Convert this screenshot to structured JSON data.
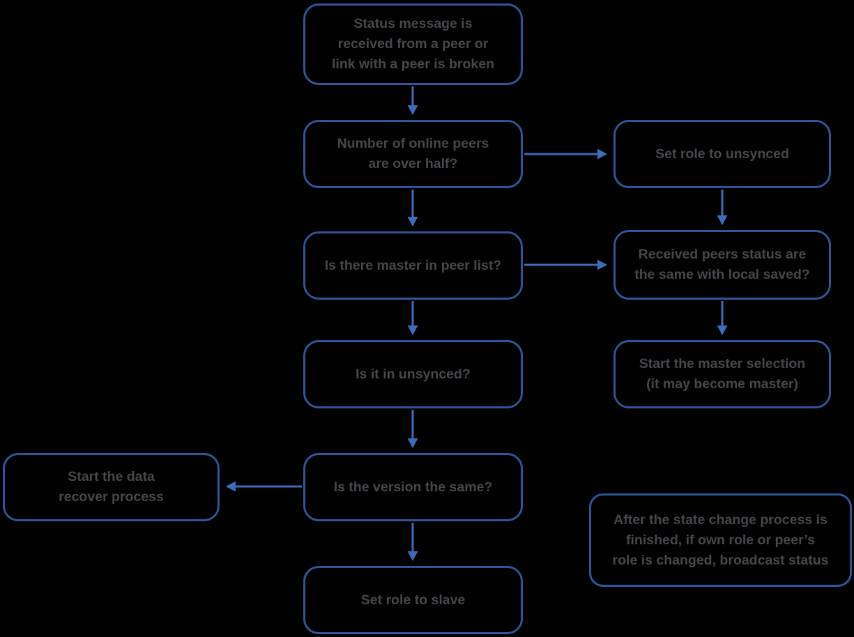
{
  "diagram": {
    "type": "flowchart",
    "background_color": "#000000",
    "node_border_color": "#2e5597",
    "arrow_color": "#3c6cba",
    "text_color": "#45474c",
    "nodes": [
      {
        "id": "status-message",
        "label": "Status message is\nreceived from a peer or\nlink with a peer is broken"
      },
      {
        "id": "online-peers",
        "label": "Number of online peers\nare over half?"
      },
      {
        "id": "set-role-unsynced",
        "label": "Set role to unsynced"
      },
      {
        "id": "master-in-peer-list",
        "label": "Is there master in peer list?"
      },
      {
        "id": "received-peers-status",
        "label": "Received peers status are\nthe same with local saved?"
      },
      {
        "id": "is-it-unsynced",
        "label": "Is it in unsynced?"
      },
      {
        "id": "master-selection",
        "label": "Start the master selection\n(it may become master)"
      },
      {
        "id": "data-recover",
        "label": "Start the data\nrecover process"
      },
      {
        "id": "version-same",
        "label": "Is the version the same?"
      },
      {
        "id": "broadcast-note",
        "label": "After the state change process is\nfinished, if own role or peer’s\nrole is changed, broadcast status"
      },
      {
        "id": "set-role-slave",
        "label": "Set role to slave"
      }
    ],
    "edges": [
      {
        "from": "status-message",
        "to": "online-peers",
        "direction": "down"
      },
      {
        "from": "online-peers",
        "to": "set-role-unsynced",
        "direction": "right"
      },
      {
        "from": "online-peers",
        "to": "master-in-peer-list",
        "direction": "down"
      },
      {
        "from": "set-role-unsynced",
        "to": "received-peers-status",
        "direction": "down"
      },
      {
        "from": "master-in-peer-list",
        "to": "received-peers-status",
        "direction": "right"
      },
      {
        "from": "master-in-peer-list",
        "to": "is-it-unsynced",
        "direction": "down"
      },
      {
        "from": "received-peers-status",
        "to": "master-selection",
        "direction": "down"
      },
      {
        "from": "is-it-unsynced",
        "to": "version-same",
        "direction": "down"
      },
      {
        "from": "version-same",
        "to": "data-recover",
        "direction": "left"
      },
      {
        "from": "version-same",
        "to": "set-role-slave",
        "direction": "down"
      }
    ]
  }
}
